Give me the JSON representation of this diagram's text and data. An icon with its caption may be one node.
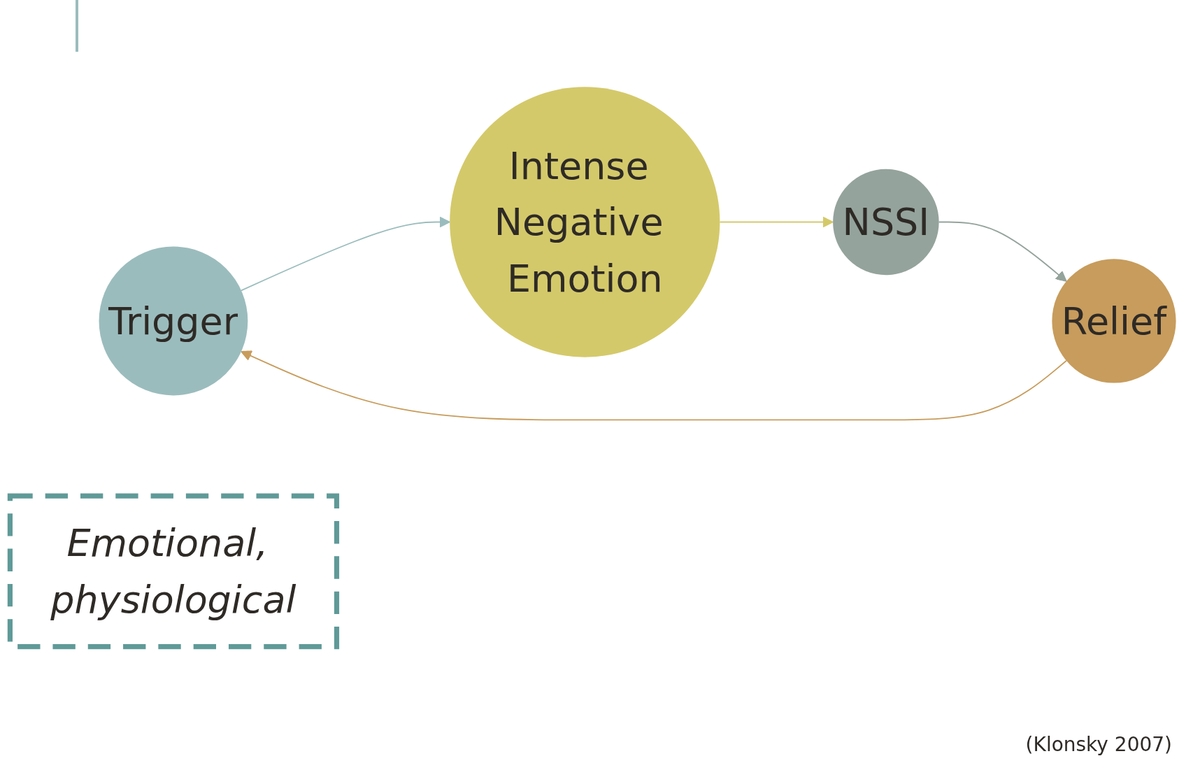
{
  "diagram": {
    "nodes": [
      {
        "text": [
          "Trigger"
        ]
      },
      {
        "text": [
          "Intense Negative Emotion"
        ]
      },
      {
        "text": [
          "NSSI"
        ]
      },
      {
        "text": [
          "Relief"
        ]
      },
      {
        "text": [
          "Emotional, physiological"
        ]
      }
    ],
    "edges": [
      {
        "from": 0,
        "to": 1,
        "arrow": "to",
        "color": "#9bbcbd"
      },
      {
        "from": 1,
        "to": 2,
        "arrow": "to",
        "color": "#d4c96a"
      },
      {
        "from": 2,
        "to": 3,
        "arrow": "to",
        "color": "#94a39c"
      },
      {
        "from": 3,
        "to": 0,
        "arrow": "to",
        "color": "#c79c5c"
      }
    ],
    "labels": [
      "(Klonsky 2007)"
    ]
  }
}
